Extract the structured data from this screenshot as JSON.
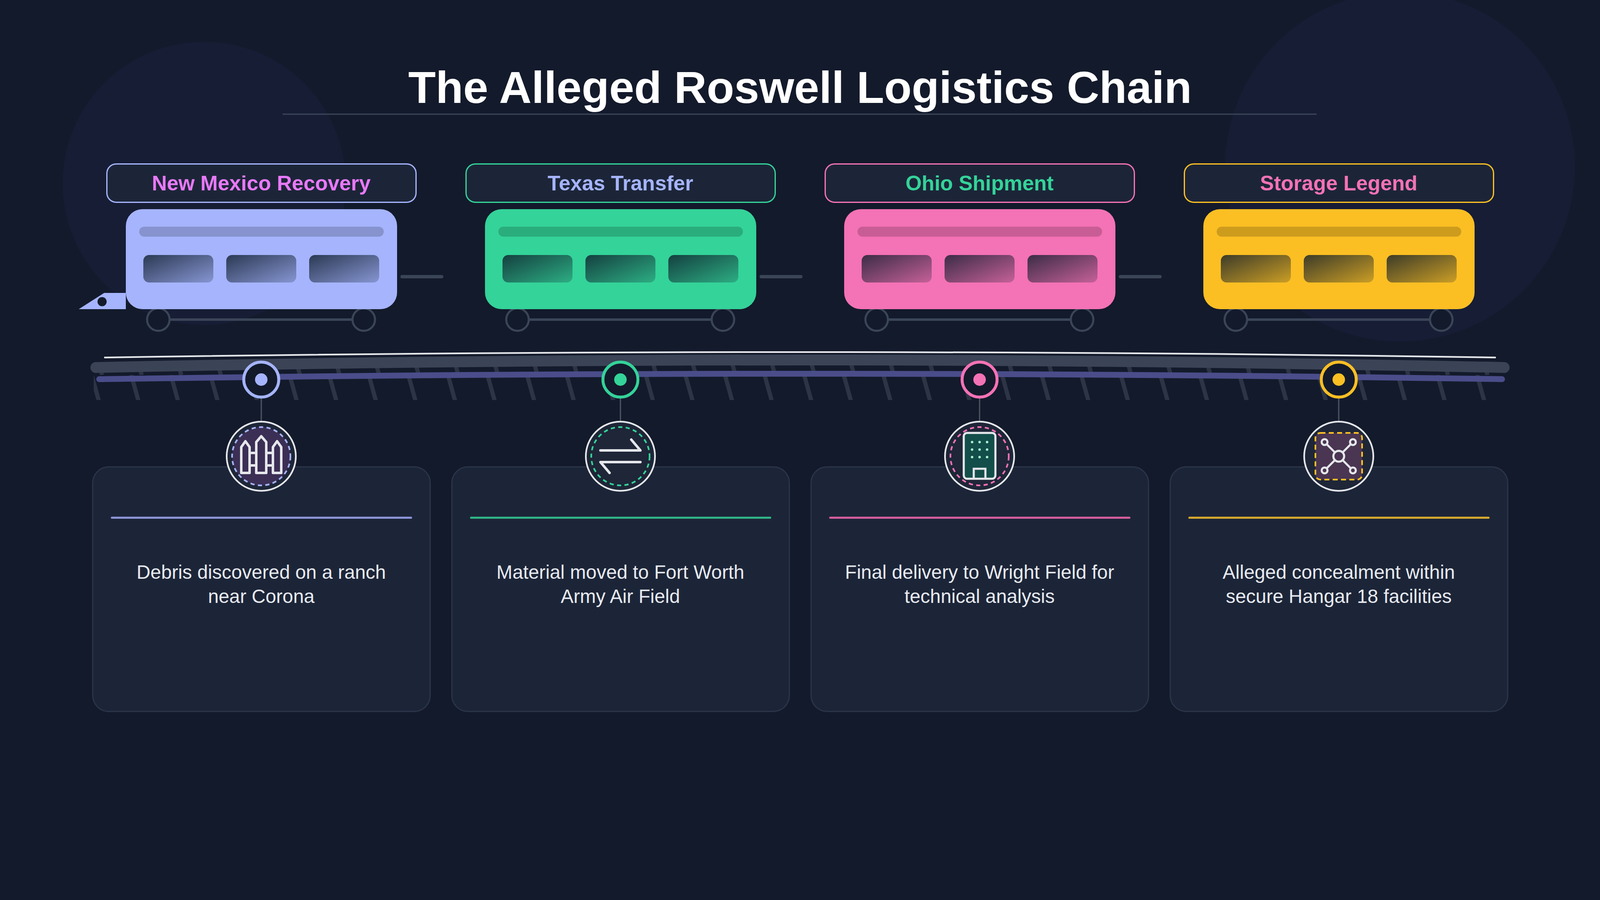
{
  "diagram": {
    "title": "The Alleged Roswell Logistics Chain",
    "nodes": [
      {
        "text": [
          "New Mexico Recovery"
        ]
      },
      {
        "text": [
          "Texas Transfer"
        ]
      },
      {
        "text": [
          "Ohio Shipment"
        ]
      },
      {
        "text": [
          "Storage Legend"
        ]
      },
      {
        "text": [
          "Debris discovered on a ranch near Corona"
        ]
      },
      {
        "text": [
          "Material moved to Fort Worth Army Air Field"
        ]
      },
      {
        "text": [
          "Final delivery to Wright Field for technical analysis"
        ]
      },
      {
        "text": [
          "Alleged concealment within secure Hangar 18 facilities"
        ]
      }
    ]
  }
}
